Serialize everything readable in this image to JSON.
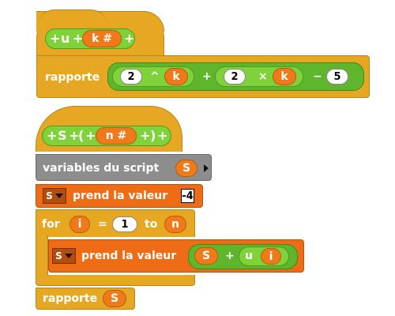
{
  "block1": {
    "plus": "+",
    "name": "u",
    "param": "k",
    "hash": "#",
    "return_label": "rapporte",
    "base": "2",
    "caret": "^",
    "exp_var": "k",
    "plus_op": "+",
    "coeff": "2",
    "times": "×",
    "mul_var": "k",
    "minus": "−",
    "const": "5"
  },
  "block2": {
    "plus": "+",
    "name": "S",
    "paren_open": "(",
    "paren_close": ")",
    "param": "n",
    "hash": "#",
    "script_vars_label": "variables du script",
    "script_var": "S",
    "set1_var": "S",
    "set1_label": "prend la valeur",
    "set1_value": "-4",
    "for_label": "for",
    "for_var": "i",
    "equals": "=",
    "for_start": "1",
    "to_label": "to",
    "for_end": "n",
    "set2_var": "S",
    "set2_label": "prend la valeur",
    "sum_var": "S",
    "sum_plus": "+",
    "call_name": "u",
    "call_arg": "i",
    "return_label": "rapporte",
    "return_var": "S"
  }
}
